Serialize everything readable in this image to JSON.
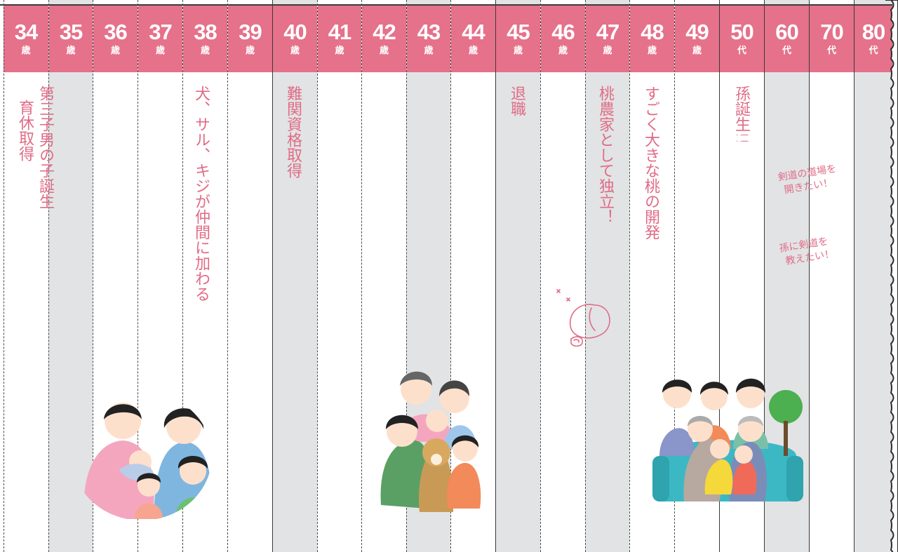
{
  "timeline": {
    "columns": [
      {
        "age": "34",
        "unit": "歳"
      },
      {
        "age": "35",
        "unit": "歳"
      },
      {
        "age": "36",
        "unit": "歳"
      },
      {
        "age": "37",
        "unit": "歳"
      },
      {
        "age": "38",
        "unit": "歳"
      },
      {
        "age": "39",
        "unit": "歳"
      },
      {
        "age": "40",
        "unit": "歳"
      },
      {
        "age": "41",
        "unit": "歳"
      },
      {
        "age": "42",
        "unit": "歳"
      },
      {
        "age": "43",
        "unit": "歳"
      },
      {
        "age": "44",
        "unit": "歳"
      },
      {
        "age": "45",
        "unit": "歳"
      },
      {
        "age": "46",
        "unit": "歳"
      },
      {
        "age": "47",
        "unit": "歳"
      },
      {
        "age": "48",
        "unit": "歳"
      },
      {
        "age": "49",
        "unit": "歳"
      },
      {
        "age": "50",
        "unit": "代"
      },
      {
        "age": "60",
        "unit": "代"
      },
      {
        "age": "70",
        "unit": "代"
      },
      {
        "age": "80",
        "unit": "代"
      }
    ]
  },
  "events": {
    "age34_line1": "第三子男の子誕生",
    "age34_line2": "育休取得",
    "age38_line1": "犬、サル、キジが仲間に加わる",
    "age40_line1": "難関資格取得",
    "age45_line1": "退職",
    "age47_line1": "桃農家として独立！",
    "age48_line1": "すごく大きな桃の開発",
    "age50_line1": "孫誕生!!"
  },
  "memos": {
    "dream1_line1": "剣道の道場を",
    "dream1_line2": "開きたい！",
    "dream2_line1": "孫に剣道を",
    "dream2_line2": "教えたい！"
  },
  "colors": {
    "header": "#e5718a",
    "handwriting": "#e06c86",
    "shaded_column": "#e2e3e5"
  }
}
